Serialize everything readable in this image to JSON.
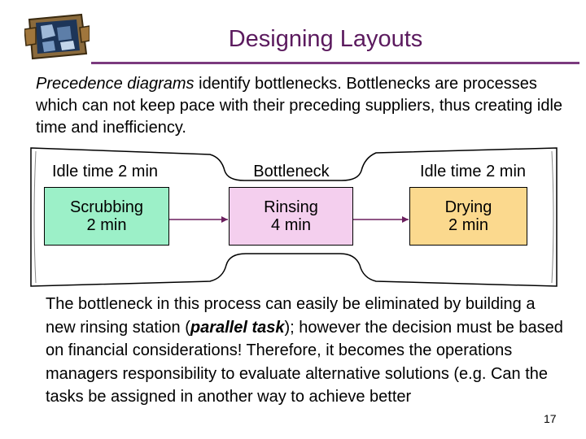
{
  "header": {
    "title": "Designing Layouts"
  },
  "intro": {
    "term": "Precedence diagrams",
    "text": " identify bottlenecks.  Bottlenecks are processes which can not keep pace with their preceding suppliers,  thus creating idle time and inefficiency."
  },
  "diagram": {
    "labels": [
      "Idle time 2 min",
      "Bottleneck",
      "Idle time 2 min"
    ],
    "stations": [
      {
        "name": "Scrubbing",
        "time": "2 min",
        "color": "#9cf0c8"
      },
      {
        "name": "Rinsing",
        "time": "4 min",
        "color": "#f4cfee"
      },
      {
        "name": "Drying",
        "time": "2 min",
        "color": "#fbd98e"
      }
    ],
    "arrow_color": "#6b1f5e"
  },
  "conclusion": {
    "part1": "The bottleneck in this process can easily be eliminated by building a new rinsing station (",
    "emphasis": "parallel task",
    "part2": "); however the decision must be based on financial considerations! Therefore, it becomes the operations managers responsibility to evaluate alternative solutions (e.g. Can the tasks be assigned in another way to achieve better"
  },
  "footer": {
    "page_number": "17"
  }
}
